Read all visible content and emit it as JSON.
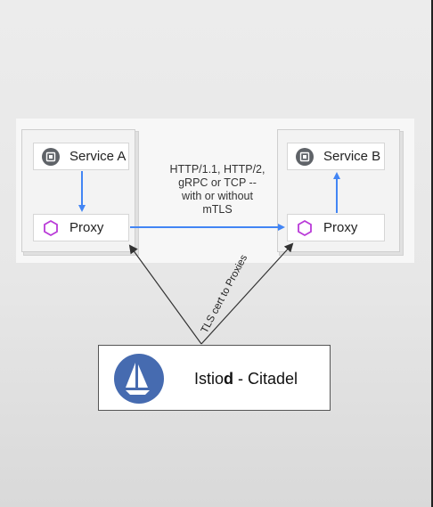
{
  "service_a": {
    "label": "Service A",
    "icon": "chip-icon"
  },
  "proxy_a": {
    "label": "Proxy",
    "icon": "hexagon-icon"
  },
  "service_b": {
    "label": "Service B",
    "icon": "chip-icon"
  },
  "proxy_b": {
    "label": "Proxy",
    "icon": "hexagon-icon"
  },
  "flow_label": [
    "HTTP/1.1, HTTP/2,",
    "gRPC or TCP --",
    "with or without",
    "mTLS"
  ],
  "cert_label": "TLS cert to Proxies",
  "istiod": {
    "name_prefix": "Istio",
    "name_bold": "d",
    "name_suffix": " - Citadel",
    "logo": "istio-sail-logo"
  },
  "colors": {
    "arrow_blue": "#4285f4",
    "hexagon_purple": "#b93ad8",
    "logo_blue": "#466bb0"
  }
}
